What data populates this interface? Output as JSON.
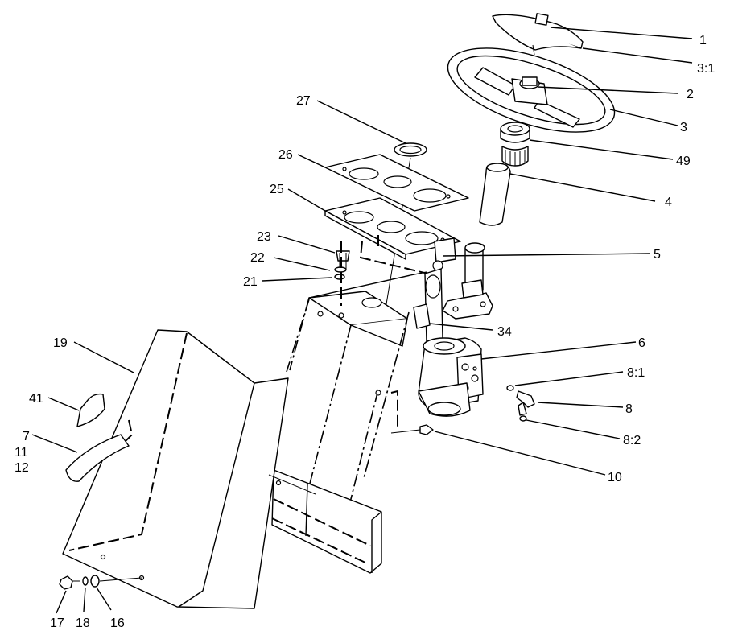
{
  "callouts": [
    {
      "id": "c1",
      "label": "1"
    },
    {
      "id": "c31",
      "label": "3:1"
    },
    {
      "id": "c2",
      "label": "2"
    },
    {
      "id": "c3",
      "label": "3"
    },
    {
      "id": "c49",
      "label": "49"
    },
    {
      "id": "c4",
      "label": "4"
    },
    {
      "id": "c27",
      "label": "27"
    },
    {
      "id": "c26",
      "label": "26"
    },
    {
      "id": "c25",
      "label": "25"
    },
    {
      "id": "c23",
      "label": "23"
    },
    {
      "id": "c22",
      "label": "22"
    },
    {
      "id": "c21",
      "label": "21"
    },
    {
      "id": "c5",
      "label": "5"
    },
    {
      "id": "c34",
      "label": "34"
    },
    {
      "id": "c6",
      "label": "6"
    },
    {
      "id": "c81",
      "label": "8:1"
    },
    {
      "id": "c8",
      "label": "8"
    },
    {
      "id": "c82",
      "label": "8:2"
    },
    {
      "id": "c10",
      "label": "10"
    },
    {
      "id": "c19",
      "label": "19"
    },
    {
      "id": "c41",
      "label": "41"
    },
    {
      "id": "c7",
      "label": "7"
    },
    {
      "id": "c11",
      "label": "11"
    },
    {
      "id": "c12",
      "label": "12"
    },
    {
      "id": "c17",
      "label": "17"
    },
    {
      "id": "c18",
      "label": "18"
    },
    {
      "id": "c16",
      "label": "16"
    }
  ]
}
